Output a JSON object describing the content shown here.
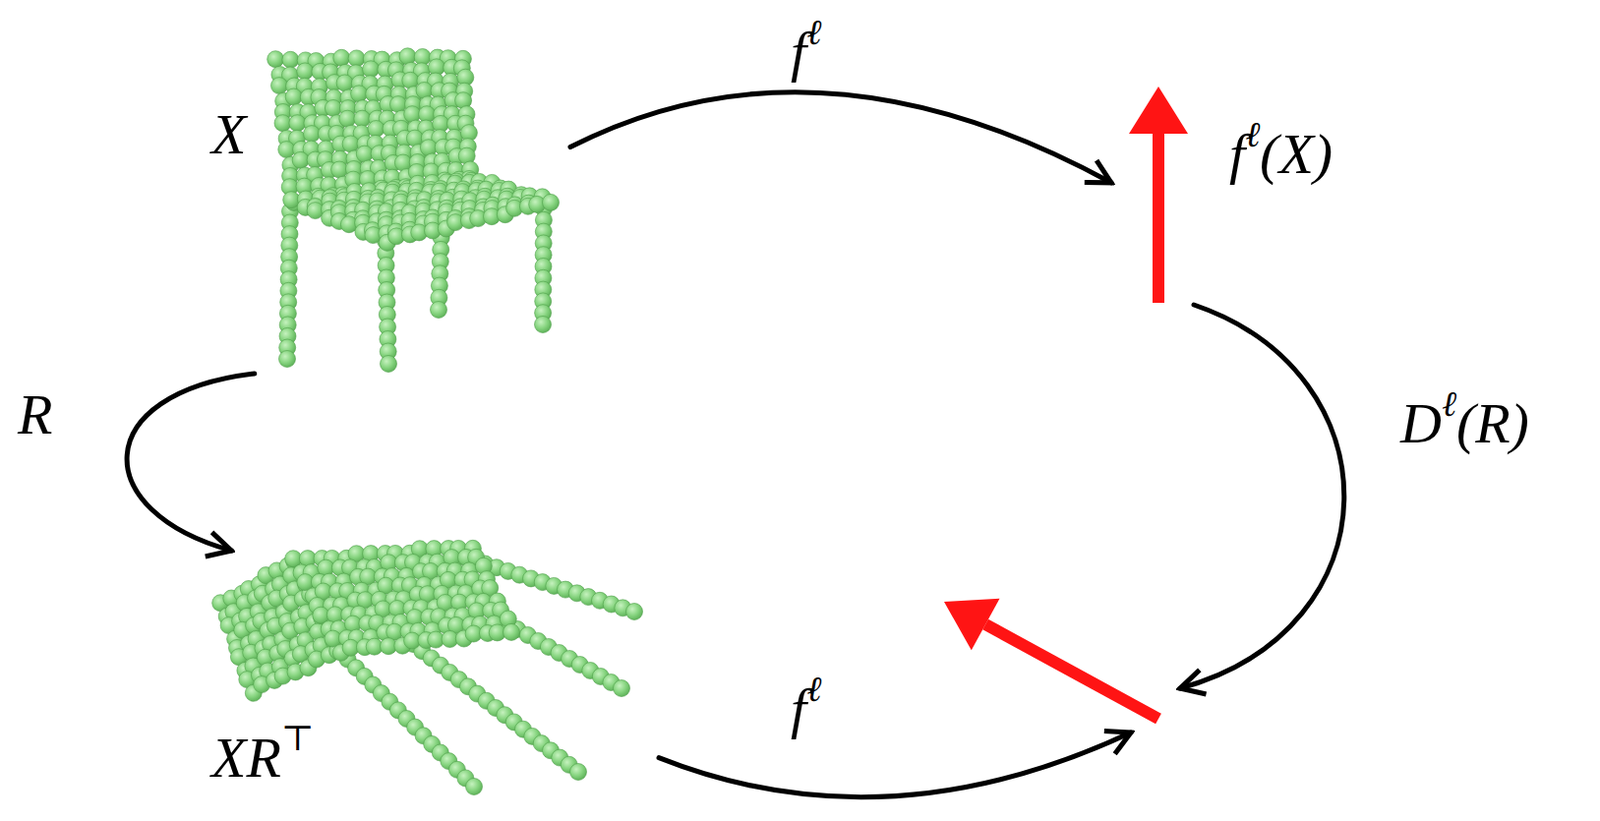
{
  "diagram": {
    "nodes": [
      {
        "text": [
          "X"
        ]
      },
      {
        "text": [
          "fℓ(X)"
        ]
      },
      {
        "text": [
          "XR⊤"
        ]
      },
      {
        "text": []
      }
    ],
    "edges": [
      {
        "from": 0,
        "to": 1,
        "arrow": "to",
        "label": "fℓ"
      },
      {
        "from": 0,
        "to": 2,
        "arrow": "to",
        "label": "R"
      },
      {
        "from": 1,
        "to": 3,
        "arrow": "to",
        "label": "Dℓ(R)"
      },
      {
        "from": 2,
        "to": 3,
        "arrow": "to",
        "label": "fℓ"
      }
    ]
  }
}
